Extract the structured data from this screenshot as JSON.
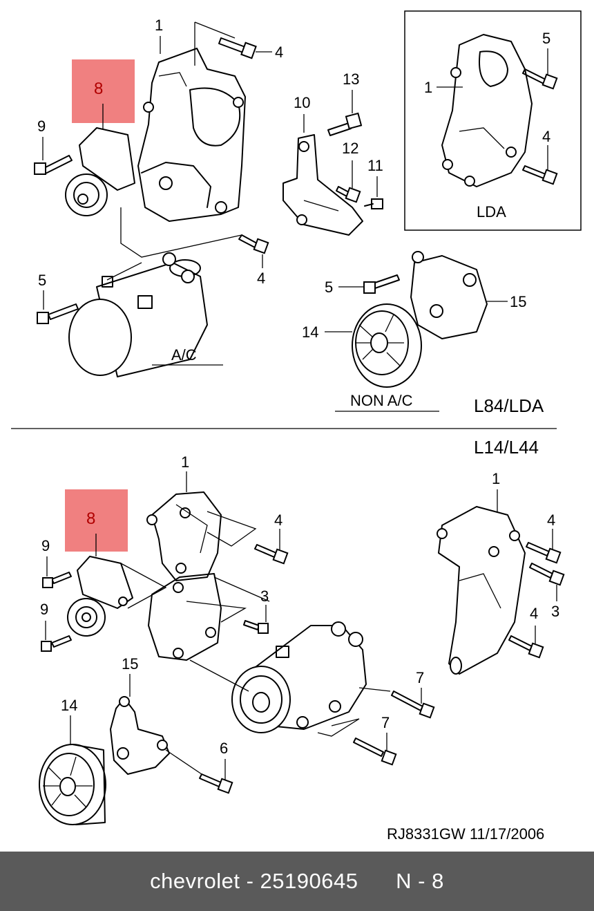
{
  "sections": {
    "lda_box_label": "LDA",
    "top_section": "L84/LDA",
    "bottom_section": "L14/L44",
    "ac_label": "A/C",
    "non_ac_label": "NON A/C"
  },
  "callouts_top": {
    "c1": "1",
    "c4a": "4",
    "c8": "8",
    "c9": "9",
    "c10": "10",
    "c13": "13",
    "c12": "12",
    "c11": "11",
    "c4b": "4",
    "c5a": "5",
    "c5b": "5",
    "c14": "14",
    "c15": "15"
  },
  "callouts_lda": {
    "c1": "1",
    "c5": "5",
    "c4": "4"
  },
  "callouts_bottom": {
    "c1a": "1",
    "c8": "8",
    "c4a": "4",
    "c9a": "9",
    "c9b": "9",
    "c3a": "3",
    "c1b": "1",
    "c4b": "4",
    "c3b": "3",
    "c4c": "4",
    "c15": "15",
    "c14": "14",
    "c6": "6",
    "c7a": "7",
    "c7b": "7"
  },
  "reference": "RJ8331GW  11/17/2006",
  "footer": {
    "brand": "chevrolet",
    "separator": " - ",
    "part_number": "25190645",
    "page": "N - 8"
  },
  "colors": {
    "highlight": "#f08080",
    "footer_bg": "#5a5a5a",
    "footer_text": "#ffffff"
  }
}
